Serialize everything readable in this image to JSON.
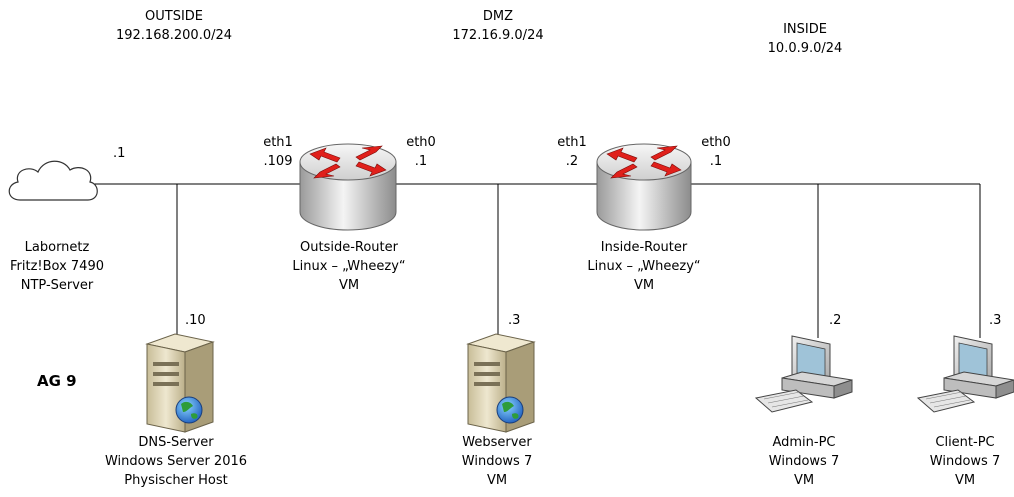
{
  "zones": {
    "outside": {
      "name": "OUTSIDE",
      "subnet": "192.168.200.0/24"
    },
    "dmz": {
      "name": "DMZ",
      "subnet": "172.16.9.0/24"
    },
    "inside": {
      "name": "INSIDE",
      "subnet": "10.0.9.0/24"
    }
  },
  "cloud": {
    "lines": [
      "Labornetz",
      "Fritz!Box 7490",
      "NTP-Server"
    ],
    "ip": ".1",
    "icon": "cloud-icon"
  },
  "outside_router": {
    "lines": [
      "Outside-Router",
      "Linux – „Wheezy“",
      "VM"
    ],
    "eth1_name": "eth1",
    "eth1_ip": ".109",
    "eth0_name": "eth0",
    "eth0_ip": ".1",
    "icon": "router-icon"
  },
  "inside_router": {
    "lines": [
      "Inside-Router",
      "Linux – „Wheezy“",
      "VM"
    ],
    "eth1_name": "eth1",
    "eth1_ip": ".2",
    "eth0_name": "eth0",
    "eth0_ip": ".1",
    "icon": "router-icon"
  },
  "dns_server": {
    "lines": [
      "DNS-Server",
      "Windows Server 2016",
      "Physischer Host"
    ],
    "ip": ".10",
    "icon": "server-globe-icon"
  },
  "webserver": {
    "lines": [
      "Webserver",
      "Windows 7",
      "VM"
    ],
    "ip": ".3",
    "icon": "server-globe-icon"
  },
  "admin_pc": {
    "lines": [
      "Admin-PC",
      "Windows 7",
      "VM"
    ],
    "ip": ".2",
    "icon": "workstation-icon"
  },
  "client_pc": {
    "lines": [
      "Client-PC",
      "Windows 7",
      "VM"
    ],
    "ip": ".3",
    "icon": "workstation-icon"
  },
  "group_label": "AG 9",
  "colors": {
    "line": "#000000",
    "router_arrow": "#e0201b",
    "server_body": "#d8cfb2",
    "globe": "#2e7d32"
  }
}
